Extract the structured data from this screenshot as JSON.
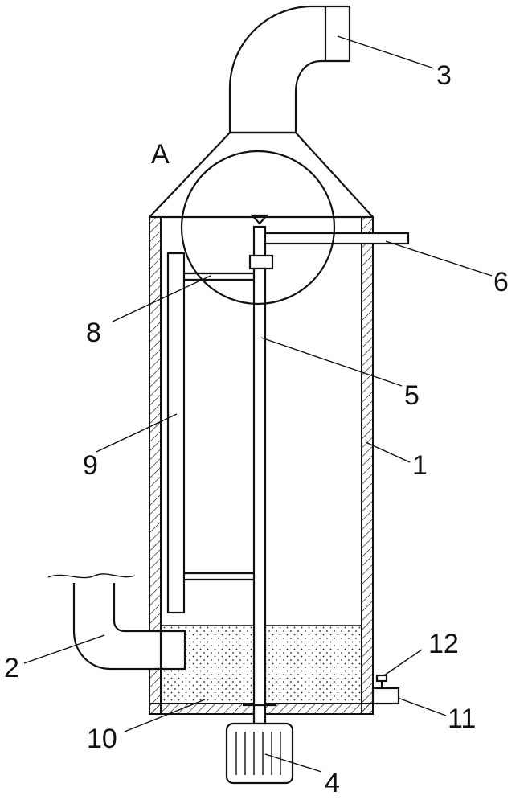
{
  "labels": {
    "detail": "A",
    "n1": "1",
    "n2": "2",
    "n3": "3",
    "n4": "4",
    "n5": "5",
    "n6": "6",
    "n8": "8",
    "n9": "9",
    "n10": "10",
    "n11": "11",
    "n12": "12"
  }
}
